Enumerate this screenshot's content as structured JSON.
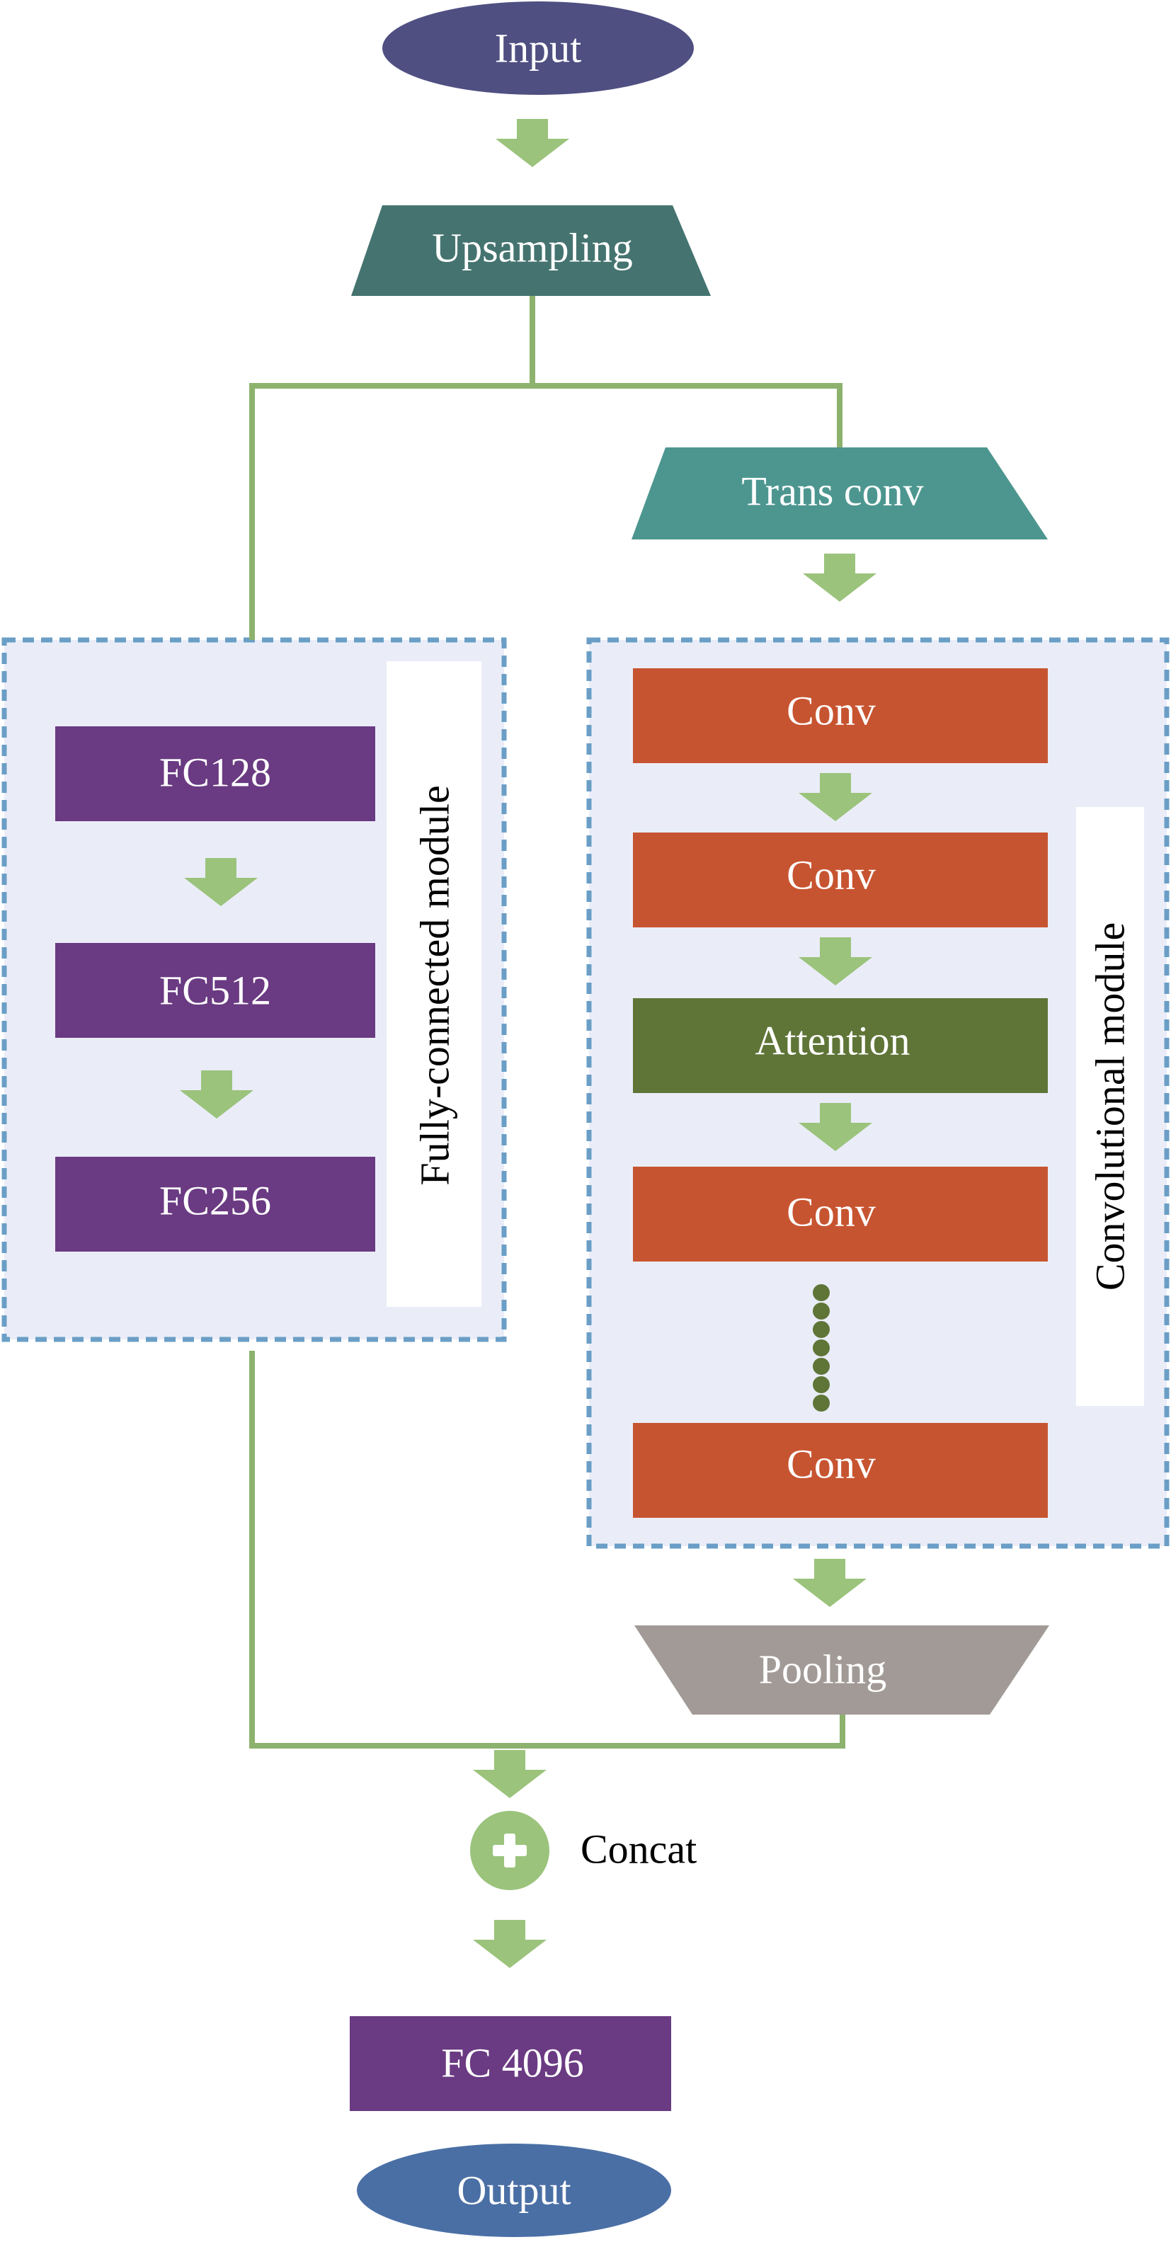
{
  "nodes": {
    "input": "Input",
    "upsampling": "Upsampling",
    "trans_conv": "Trans conv",
    "fc128": "FC128",
    "fc512": "FC512",
    "fc256": "FC256",
    "conv1": "Conv",
    "conv2": "Conv",
    "attention": "Attention",
    "conv3": "Conv",
    "conv4": "Conv",
    "pooling": "Pooling",
    "concat": "Concat",
    "fc4096": "FC 4096",
    "output": "Output"
  },
  "modules": {
    "fully_connected": "Fully-connected module",
    "convolutional": "Convolutional module"
  },
  "colors": {
    "terminal_input": "#4f4f82",
    "terminal_output": "#4a6fa5",
    "upsampling": "#457470",
    "trans_conv": "#4d9690",
    "fc": "#6a3a82",
    "conv": "#c75430",
    "attention": "#5f7537",
    "pooling": "#a29a96",
    "connector": "#8db26d",
    "arrow": "#9bc37c",
    "module_fill": "#eaedf8",
    "module_border": "#6a9ec6",
    "dots": "#5f7537"
  },
  "icons": {
    "concat": "plus-circle-icon",
    "arrow": "down-arrow-icon"
  }
}
